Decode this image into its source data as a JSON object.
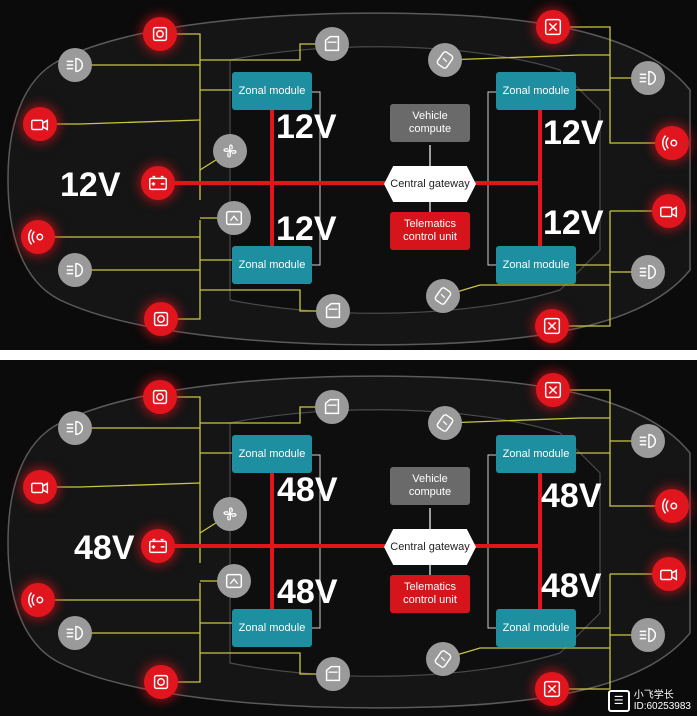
{
  "labels": {
    "zonal_module": "Zonal module",
    "vehicle_compute": "Vehicle compute",
    "central_gateway": "Central gateway",
    "telematics_control_unit": "Telematics control unit"
  },
  "panels": [
    {
      "id": "top",
      "voltage": "12V"
    },
    {
      "id": "bottom",
      "voltage": "48V"
    }
  ],
  "watermark": {
    "name": "小飞学长",
    "id": "ID:60253983"
  },
  "colors": {
    "zonal": "#1e8fa0",
    "compute": "#6a6a6a",
    "telematics": "#d6141b",
    "power_line": "#e0151d",
    "wire": "#c9c640",
    "device_red": "#e0151d",
    "device_grey": "#9a9a9a"
  }
}
